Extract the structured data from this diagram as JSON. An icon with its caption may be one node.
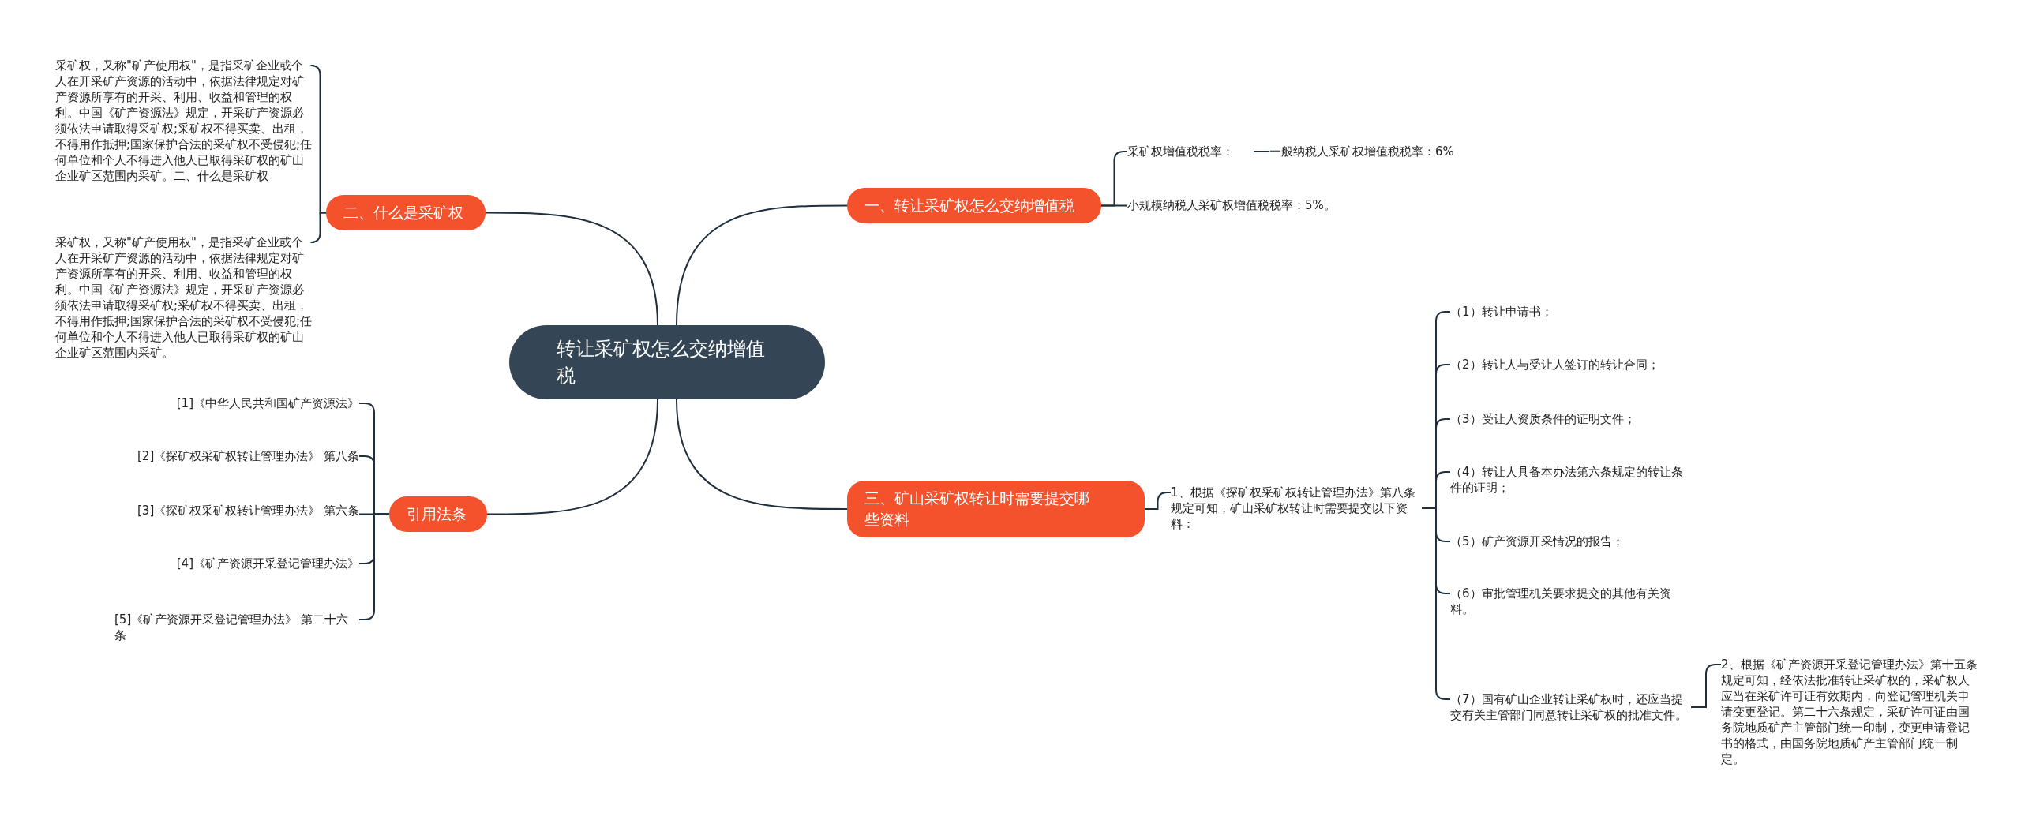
{
  "diagram": {
    "nodes": [
      {
        "text": [
          "转让采矿权怎么交纳增值税"
        ]
      },
      {
        "text": [
          "一、转让采矿权怎么交纳增值税"
        ]
      },
      {
        "text": [
          "采矿权增值税税率："
        ]
      },
      {
        "text": [
          "一般纳税人采矿权增值税税率：6%"
        ]
      },
      {
        "text": [
          "小规模纳税人采矿权增值税税率：5%。"
        ]
      },
      {
        "text": [
          "三、矿山采矿权转让时需要提交哪些资料"
        ]
      },
      {
        "text": [
          "1、根据《探矿权采矿权转让管理办法》第八条规定可知，矿山采矿权转让时需要提交以下资料："
        ]
      },
      {
        "text": [
          "（1）转让申请书；"
        ]
      },
      {
        "text": [
          "（2）转让人与受让人签订的转让合同；"
        ]
      },
      {
        "text": [
          "（3）受让人资质条件的证明文件；"
        ]
      },
      {
        "text": [
          "（4）转让人具备本办法第六条规定的转让条件的证明；"
        ]
      },
      {
        "text": [
          "（5）矿产资源开采情况的报告；"
        ]
      },
      {
        "text": [
          "（6）审批管理机关要求提交的其他有关资料。"
        ]
      },
      {
        "text": [
          "（7）国有矿山企业转让采矿权时，还应当提交有关主管部门同意转让采矿权的批准文件。"
        ]
      },
      {
        "text": [
          "2、根据《矿产资源开采登记管理办法》第十五条规定可知，经依法批准转让采矿权的，采矿权人应当在采矿许可证有效期内，向登记管理机关申请变更登记。第二十六条规定，采矿许可证由国务院地质矿产主管部门统一印制，变更申请登记书的格式，由国务院地质矿产主管部门统一制定。"
        ]
      },
      {
        "text": [
          "二、什么是采矿权"
        ]
      },
      {
        "text": [
          "采矿权，又称\"矿产使用权\"，是指采矿企业或个人在开采矿产资源的活动中，依据法律规定对矿产资源所享有的开采、利用、收益和管理的权利。中国《矿产资源法》规定，开采矿产资源必须依法申请取得采矿权;采矿权不得买卖、出租，不得用作抵押;国家保护合法的采矿权不受侵犯;任何单位和个人不得进入他人已取得采矿权的矿山企业矿区范围内采矿。二、什么是采矿权"
        ]
      },
      {
        "text": [
          "采矿权，又称\"矿产使用权\"，是指采矿企业或个人在开采矿产资源的活动中，依据法律规定对矿产资源所享有的开采、利用、收益和管理的权利。中国《矿产资源法》规定，开采矿产资源必须依法申请取得采矿权;采矿权不得买卖、出租，不得用作抵押;国家保护合法的采矿权不受侵犯;任何单位和个人不得进入他人已取得采矿权的矿山企业矿区范围内采矿。"
        ]
      },
      {
        "text": [
          "引用法条"
        ]
      },
      {
        "text": [
          "[1]《中华人民共和国矿产资源法》"
        ]
      },
      {
        "text": [
          "[2]《探矿权采矿权转让管理办法》 第八条"
        ]
      },
      {
        "text": [
          "[3]《探矿权采矿权转让管理办法》 第六条"
        ]
      },
      {
        "text": [
          "[4]《矿产资源开采登记管理办法》"
        ]
      },
      {
        "text": [
          "[5]《矿产资源开采登记管理办法》 第二十六条"
        ]
      }
    ],
    "edges": [
      {
        "from": 0,
        "to": 1,
        "arrow": "none"
      },
      {
        "from": 1,
        "to": 2,
        "arrow": "none"
      },
      {
        "from": 2,
        "to": 3,
        "arrow": "none"
      },
      {
        "from": 1,
        "to": 4,
        "arrow": "none"
      },
      {
        "from": 0,
        "to": 5,
        "arrow": "none"
      },
      {
        "from": 5,
        "to": 6,
        "arrow": "none"
      },
      {
        "from": 6,
        "to": 7,
        "arrow": "none"
      },
      {
        "from": 6,
        "to": 8,
        "arrow": "none"
      },
      {
        "from": 6,
        "to": 9,
        "arrow": "none"
      },
      {
        "from": 6,
        "to": 10,
        "arrow": "none"
      },
      {
        "from": 6,
        "to": 11,
        "arrow": "none"
      },
      {
        "from": 6,
        "to": 12,
        "arrow": "none"
      },
      {
        "from": 6,
        "to": 13,
        "arrow": "none"
      },
      {
        "from": 13,
        "to": 14,
        "arrow": "none"
      },
      {
        "from": 0,
        "to": 15,
        "arrow": "none"
      },
      {
        "from": 15,
        "to": 16,
        "arrow": "none"
      },
      {
        "from": 15,
        "to": 17,
        "arrow": "none"
      },
      {
        "from": 0,
        "to": 18,
        "arrow": "none"
      },
      {
        "from": 18,
        "to": 19,
        "arrow": "none"
      },
      {
        "from": 18,
        "to": 20,
        "arrow": "none"
      },
      {
        "from": 18,
        "to": 21,
        "arrow": "none"
      },
      {
        "from": 18,
        "to": 22,
        "arrow": "none"
      },
      {
        "from": 18,
        "to": 23,
        "arrow": "none"
      }
    ]
  }
}
